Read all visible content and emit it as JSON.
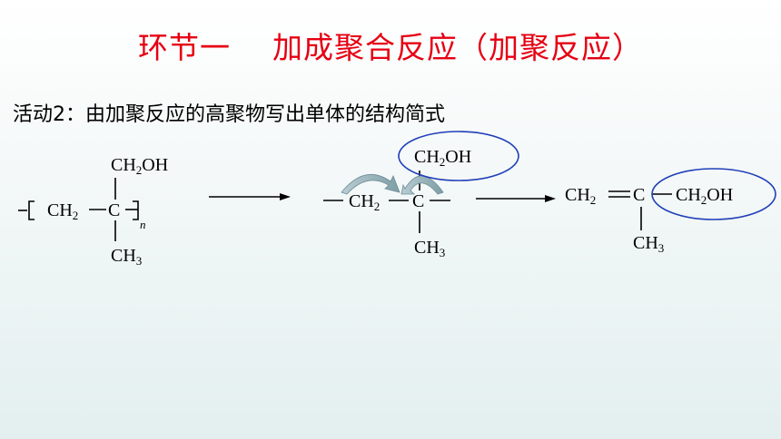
{
  "slide": {
    "title": "环节一    加成聚合反应（加聚反应）",
    "activity": "活动2：由加聚反应的高聚物写出单体的结构简式"
  },
  "polymer": {
    "side_top_base": "CH",
    "side_top_sub": "2",
    "side_top_tail": "OH",
    "chain_base": "CH",
    "chain_sub": "2",
    "chain_c": "C",
    "repeat_n": "n",
    "side_bottom_base": "CH",
    "side_bottom_sub": "3"
  },
  "middle": {
    "side_top_base": "CH",
    "side_top_sub": "2",
    "side_top_tail": "OH",
    "chain_base": "CH",
    "chain_sub": "2",
    "chain_c": "C",
    "side_bottom_base": "CH",
    "side_bottom_sub": "3"
  },
  "monomer": {
    "left_base": "CH",
    "left_sub": "2",
    "center_c": "C",
    "right_base": "CH",
    "right_sub": "2",
    "right_tail": "OH",
    "bottom_base": "CH",
    "bottom_sub": "3"
  },
  "colors": {
    "title": "#e60012",
    "ellipse": "#1f3fb8",
    "curved_arrow": "#8aa8b0"
  }
}
